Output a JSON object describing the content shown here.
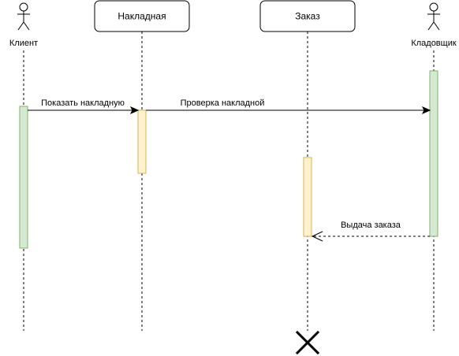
{
  "participants": {
    "client": {
      "label": "Клиент"
    },
    "invoice": {
      "label": "Накладная"
    },
    "order": {
      "label": "Заказ"
    },
    "storekeeper": {
      "label": "Кладовщик"
    }
  },
  "messages": {
    "show_invoice": {
      "label": "Показать накладную"
    },
    "check_invoice": {
      "label": "Проверка накладной"
    },
    "issue_order": {
      "label": "Выдача заказа"
    }
  },
  "colors": {
    "line": "#000000",
    "activation_green_fill": "#d5e8d4",
    "activation_green_stroke": "#82b366",
    "activation_yellow_fill": "#fff2cc",
    "activation_yellow_stroke": "#d6b656"
  }
}
